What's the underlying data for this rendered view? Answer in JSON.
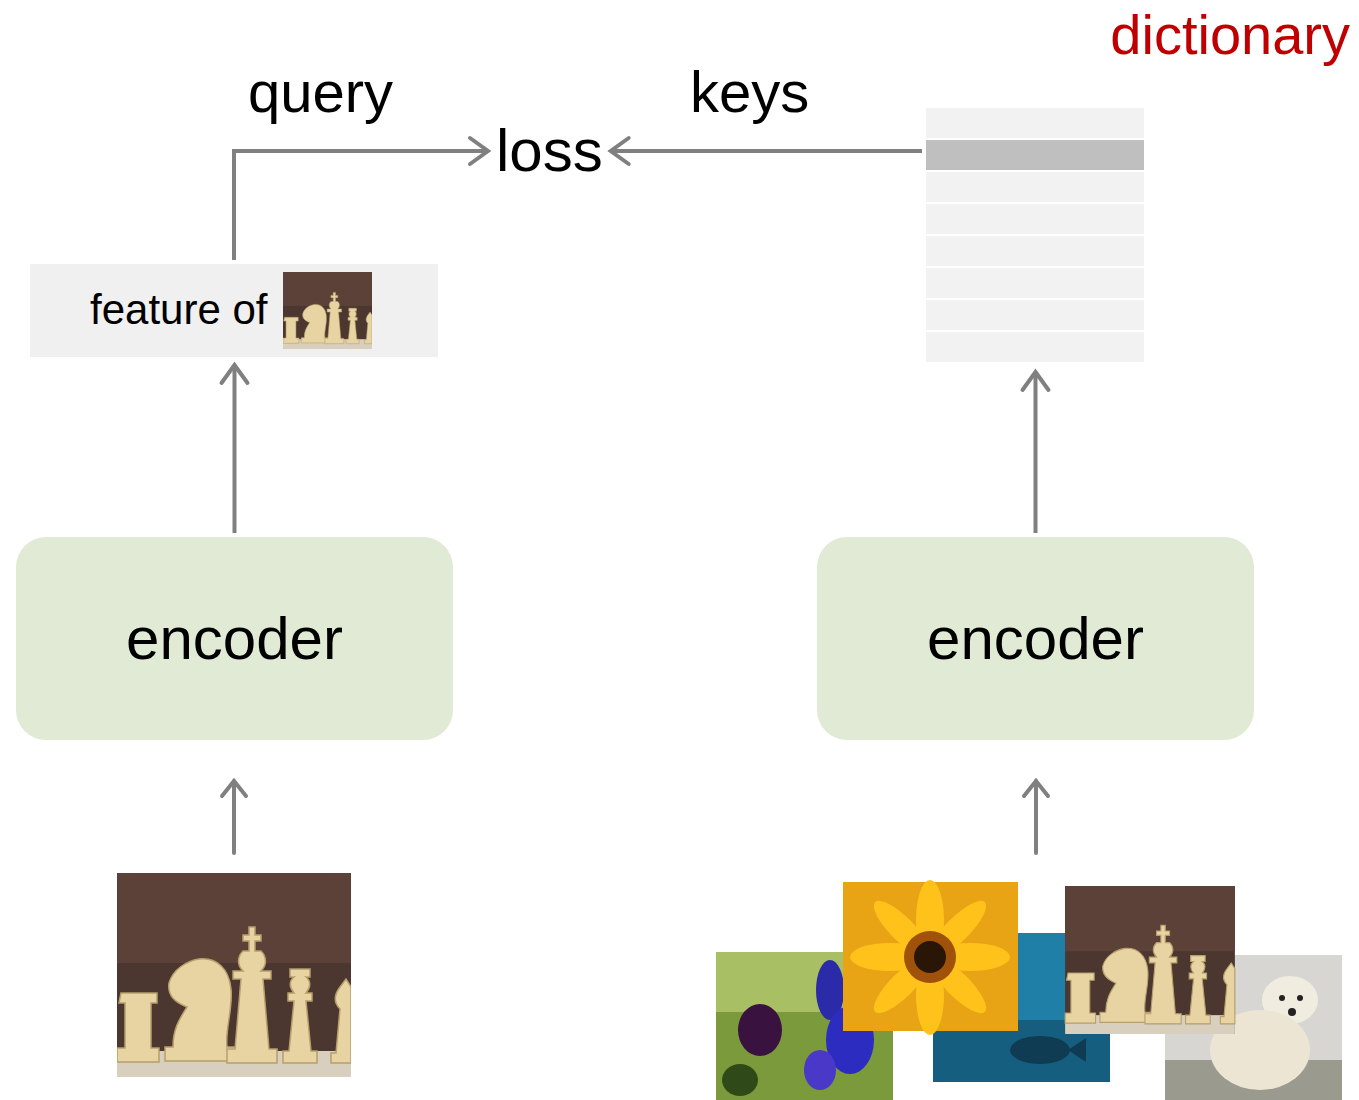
{
  "diagram": {
    "nodes": [
      {
        "text": [
          "feature of"
        ]
      },
      {
        "text": [
          "loss"
        ]
      },
      {
        "text": [
          "dictionary"
        ]
      },
      {
        "text": [
          "encoder"
        ]
      },
      {
        "text": [
          "encoder"
        ]
      }
    ],
    "edges": [
      {
        "from": 0,
        "to": 1,
        "arrow": "to",
        "label": "query"
      },
      {
        "from": 2,
        "to": 1,
        "arrow": "to",
        "label": "keys"
      },
      {
        "from": 3,
        "to": 0,
        "arrow": "to"
      },
      {
        "from": 4,
        "to": 2,
        "arrow": "to"
      }
    ]
  }
}
